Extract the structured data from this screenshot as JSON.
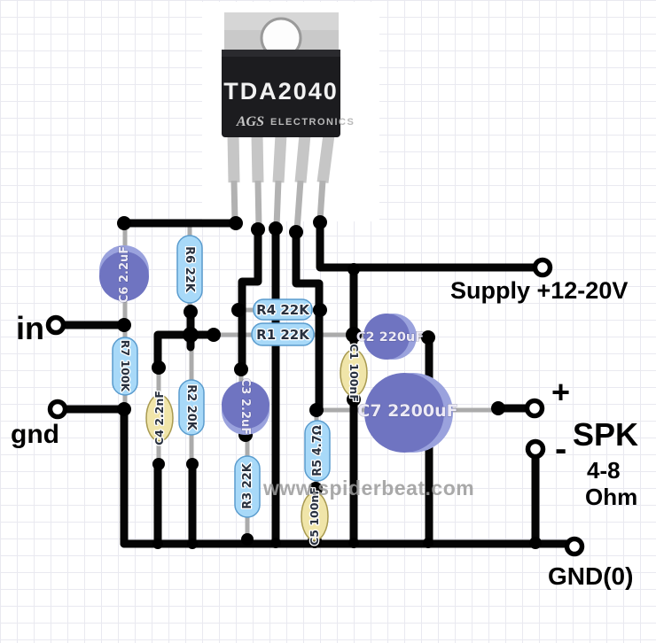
{
  "chip": {
    "part": "TDA2040",
    "brand": "AGS",
    "brand_suffix": "ELECTRONICS"
  },
  "labels": {
    "input": "in",
    "ground": "gnd",
    "supply": "Supply +12-20V",
    "spk_plus": "+",
    "spk": "SPK",
    "spk_minus": "-",
    "impedance_value": "4-8",
    "impedance_unit": "Ohm",
    "gnd0": "GND(0)"
  },
  "watermark": "www.spiderbeat.com",
  "components": {
    "r1": {
      "label": "R1 22K",
      "type": "resistor"
    },
    "r2": {
      "label": "R2 20K",
      "type": "resistor"
    },
    "r3": {
      "label": "R3 22K",
      "type": "resistor"
    },
    "r4": {
      "label": "R4 22K",
      "type": "resistor"
    },
    "r5": {
      "label": "R5 4.7Ω",
      "type": "resistor"
    },
    "r6": {
      "label": "R6 22K",
      "type": "resistor"
    },
    "r7": {
      "label": "R7 100K",
      "type": "resistor"
    },
    "c1": {
      "label": "C1 100nF",
      "type": "film-capacitor"
    },
    "c2": {
      "label": "C2 220uF",
      "type": "electrolytic-capacitor"
    },
    "c3": {
      "label": "C3 2.2uF",
      "type": "electrolytic-capacitor"
    },
    "c4": {
      "label": "C4 2.2nF",
      "type": "film-capacitor"
    },
    "c5": {
      "label": "C5 100nF",
      "type": "film-capacitor"
    },
    "c6": {
      "label": "C6 2.2uF",
      "type": "electrolytic-capacitor"
    },
    "c7": {
      "label": "C7 2200uF",
      "type": "electrolytic-capacitor"
    }
  },
  "colors": {
    "trace": "#050505",
    "lead": "#ababab",
    "pad": "#000000",
    "terminal_ring": "#000000",
    "resistor_fill": "#a8d9f8",
    "film_fill": "#f0e5a9",
    "cap_fill": "#6f74c1",
    "cap_highlight": "#9aa2dd",
    "chip_body": "#1c1c1f",
    "chip_tab": "#c9c9c9",
    "watermark": "#9b9b9b"
  }
}
